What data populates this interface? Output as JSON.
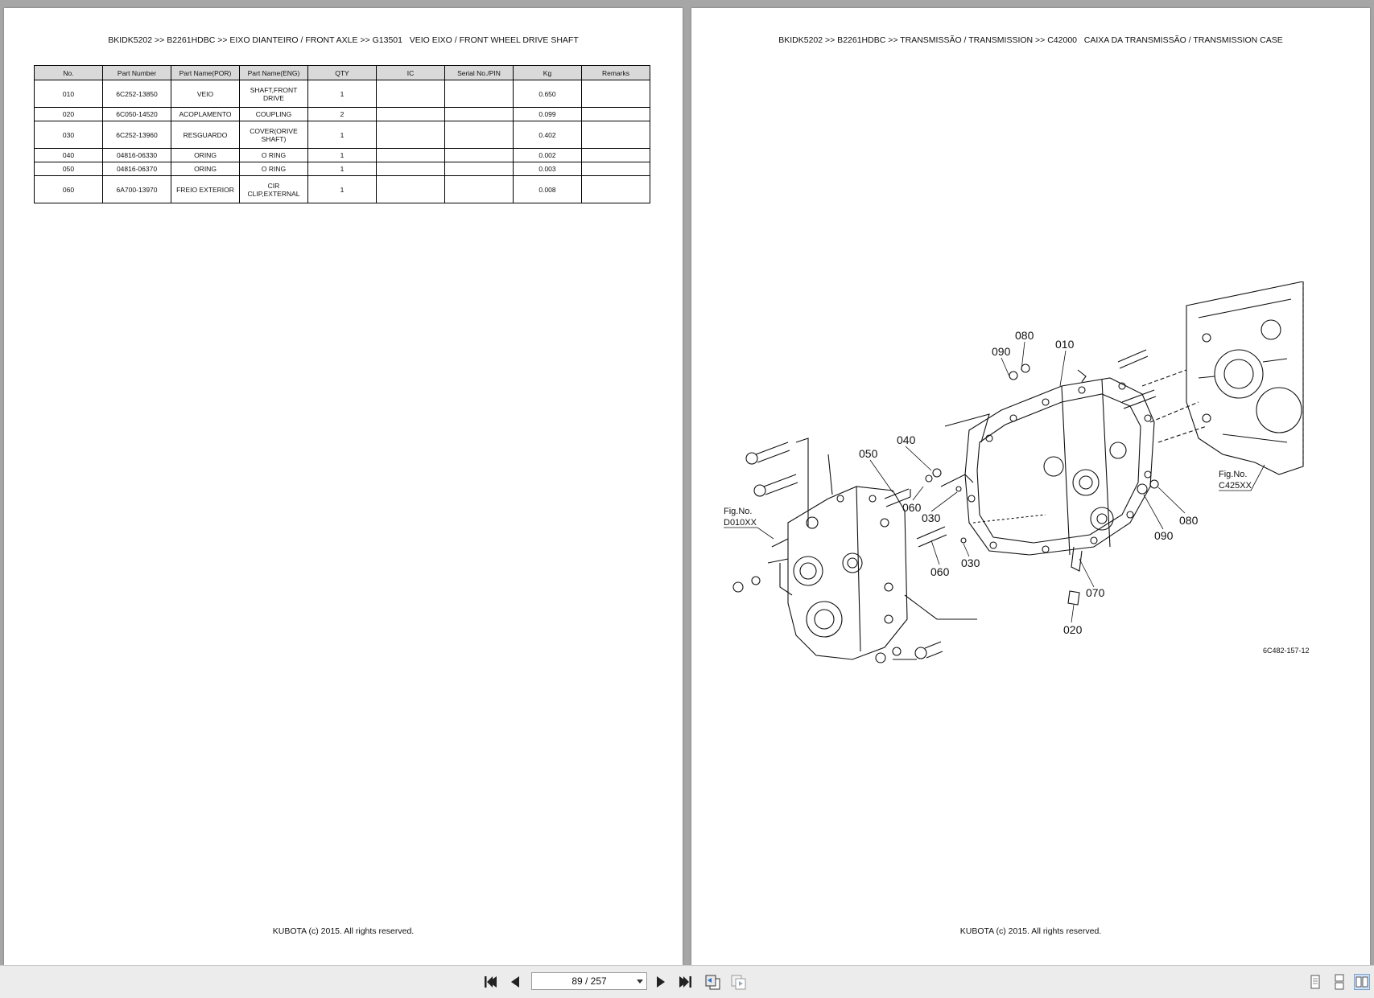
{
  "left_page": {
    "breadcrumb": "BKIDK5202 >> B2261HDBC >> EIXO DIANTEIRO / FRONT AXLE >> G13501   VEIO EIXO / FRONT WHEEL DRIVE SHAFT",
    "table": {
      "headers": [
        "No.",
        "Part Number",
        "Part Name(POR)",
        "Part Name(ENG)",
        "QTY",
        "IC",
        "Serial No./PIN",
        "Kg",
        "Remarks"
      ],
      "rows": [
        {
          "no": "010",
          "part_number": "6C252-13850",
          "name_por": "VEIO",
          "name_eng": "SHAFT,FRONT DRIVE",
          "qty": "1",
          "ic": "",
          "serial": "",
          "kg": "0.650",
          "remarks": ""
        },
        {
          "no": "020",
          "part_number": "6C050-14520",
          "name_por": "ACOPLAMENTO",
          "name_eng": "COUPLING",
          "qty": "2",
          "ic": "",
          "serial": "",
          "kg": "0.099",
          "remarks": ""
        },
        {
          "no": "030",
          "part_number": "6C252-13960",
          "name_por": "RESGUARDO",
          "name_eng": "COVER(ORIVE SHAFT)",
          "qty": "1",
          "ic": "",
          "serial": "",
          "kg": "0.402",
          "remarks": ""
        },
        {
          "no": "040",
          "part_number": "04816-06330",
          "name_por": "ORING",
          "name_eng": "O RING",
          "qty": "1",
          "ic": "",
          "serial": "",
          "kg": "0.002",
          "remarks": ""
        },
        {
          "no": "050",
          "part_number": "04816-06370",
          "name_por": "ORING",
          "name_eng": "O RING",
          "qty": "1",
          "ic": "",
          "serial": "",
          "kg": "0.003",
          "remarks": ""
        },
        {
          "no": "060",
          "part_number": "6A700-13970",
          "name_por": "FREIO EXTERIOR",
          "name_eng": "CIR CLIP,EXTERNAL",
          "qty": "1",
          "ic": "",
          "serial": "",
          "kg": "0.008",
          "remarks": ""
        }
      ]
    },
    "footer": "KUBOTA (c) 2015. All rights reserved."
  },
  "right_page": {
    "breadcrumb": "BKIDK5202 >> B2261HDBC >> TRANSMISSÃO / TRANSMISSION >> C42000   CAIXA DA TRANSMISSÃO / TRANSMISSION CASE",
    "diagram": {
      "callouts": [
        "080",
        "090",
        "010",
        "040",
        "050",
        "060",
        "030",
        "060",
        "030",
        "090",
        "080",
        "070",
        "020"
      ],
      "fig_ref_left_label": "Fig.No.",
      "fig_ref_left_code": "D010XX",
      "fig_ref_right_label": "Fig.No.",
      "fig_ref_right_code": "C425XX",
      "drawing_code": "6C482-157-12"
    },
    "footer": "KUBOTA (c) 2015. All rights reserved."
  },
  "toolbar": {
    "page_indicator": "89 / 257",
    "icons": [
      "first-page-icon",
      "prev-page-icon",
      "next-page-icon",
      "last-page-icon",
      "back-view-icon",
      "forward-view-icon",
      "single-page-view-icon",
      "continuous-view-icon",
      "two-page-view-icon"
    ]
  }
}
